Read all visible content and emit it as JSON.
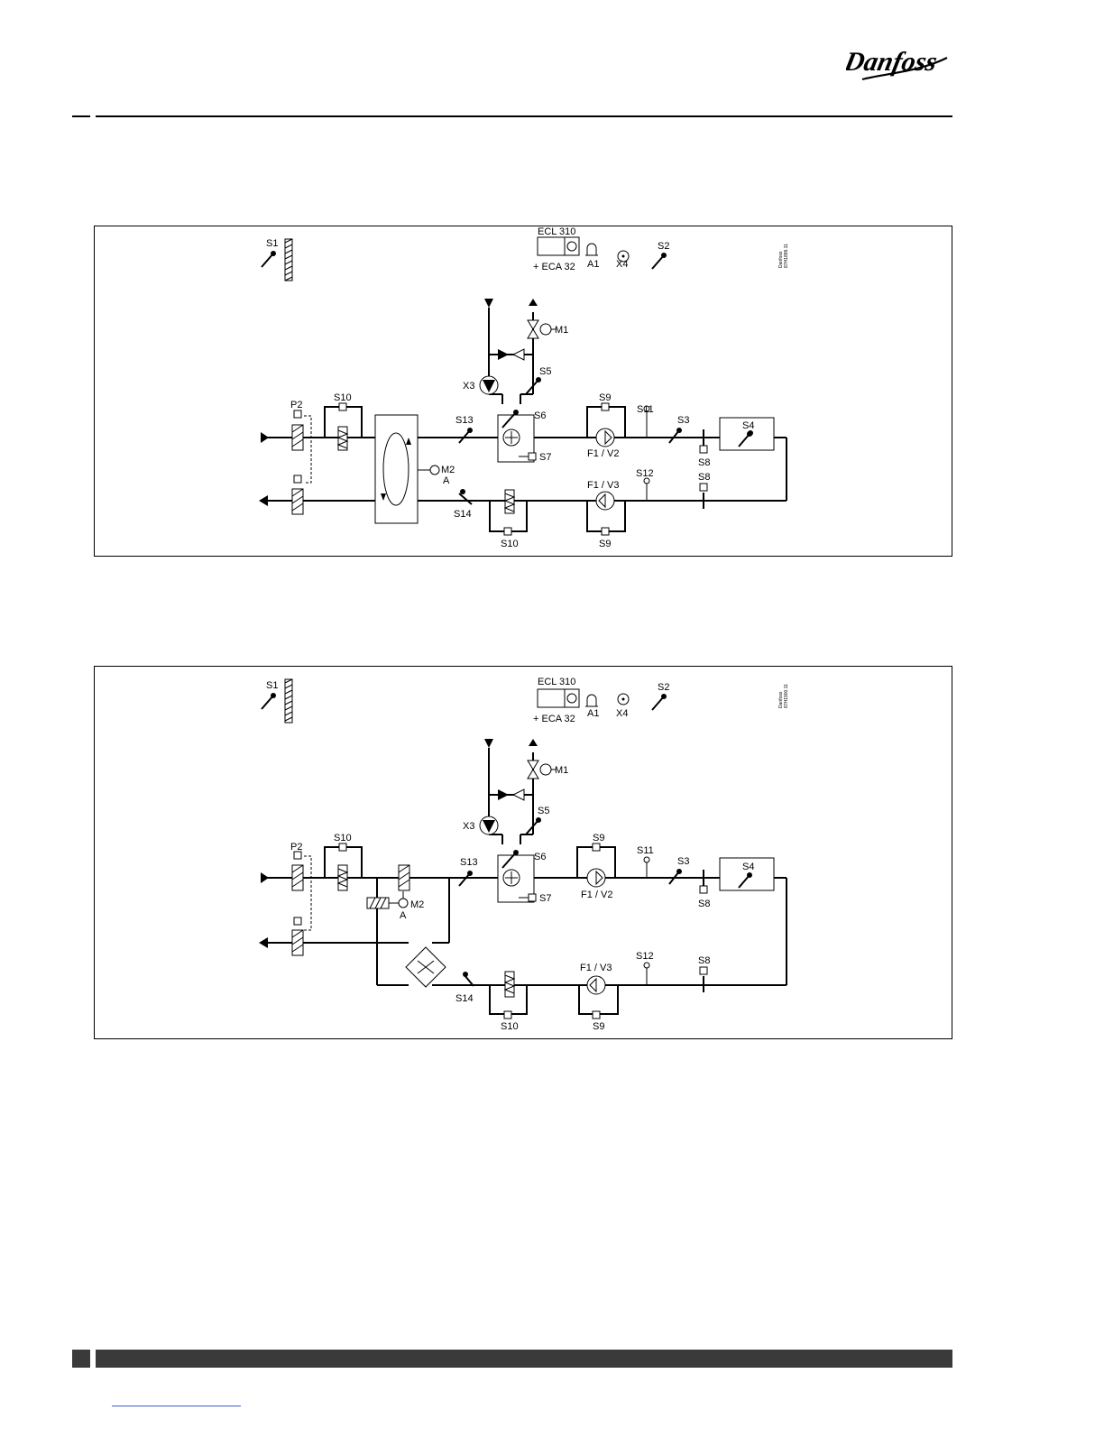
{
  "brand": {
    "logo_text": "Danfoss"
  },
  "diagram1": {
    "code": "Danfoss\n87H1899.11",
    "labels": {
      "s1": "S1",
      "ecl": "ECL 310",
      "eca": "+ ECA 32",
      "a1": "A1",
      "x4": "X4",
      "s2": "S2",
      "m1": "M1",
      "s5": "S5",
      "x3": "X3",
      "p2": "P2",
      "s10_top": "S10",
      "s13": "S13",
      "s6": "S6",
      "s9_top": "S9",
      "s11": "S11",
      "s3": "S3",
      "s4": "S4",
      "s7": "S7",
      "f1v2": "F1 / V2",
      "s8_top": "S8",
      "m2": "M2",
      "a": "A",
      "s12": "S12",
      "f1v3": "F1 / V3",
      "s8_bot": "S8",
      "s14": "S14",
      "s10_bot": "S10",
      "s9_bot": "S9"
    }
  },
  "diagram2": {
    "code": "Danfoss\n87H1900.11",
    "labels": {
      "s1": "S1",
      "ecl": "ECL 310",
      "eca": "+ ECA 32",
      "a1": "A1",
      "x4": "X4",
      "s2": "S2",
      "m1": "M1",
      "s5": "S5",
      "x3": "X3",
      "p2": "P2",
      "s10_top": "S10",
      "s13": "S13",
      "s6": "S6",
      "s9_top": "S9",
      "s11": "S11",
      "s3": "S3",
      "s4": "S4",
      "s7": "S7",
      "f1v2": "F1 / V2",
      "s8_top": "S8",
      "m2": "M2",
      "a": "A",
      "s12": "S12",
      "f1v3": "F1 / V3",
      "s8_bot": "S8",
      "s14": "S14",
      "s10_bot": "S10",
      "s9_bot": "S9"
    }
  },
  "icons": [
    "danfoss-logo",
    "outdoor-sensor-icon",
    "controller-icon",
    "alarm-bell-icon",
    "output-point-icon",
    "temperature-sensor-icon",
    "valve-icon",
    "pump-icon",
    "damper-icon",
    "filter-icon",
    "rotary-heat-exchanger-icon",
    "plate-heat-exchanger-icon",
    "heating-coil-icon",
    "fan-icon"
  ]
}
